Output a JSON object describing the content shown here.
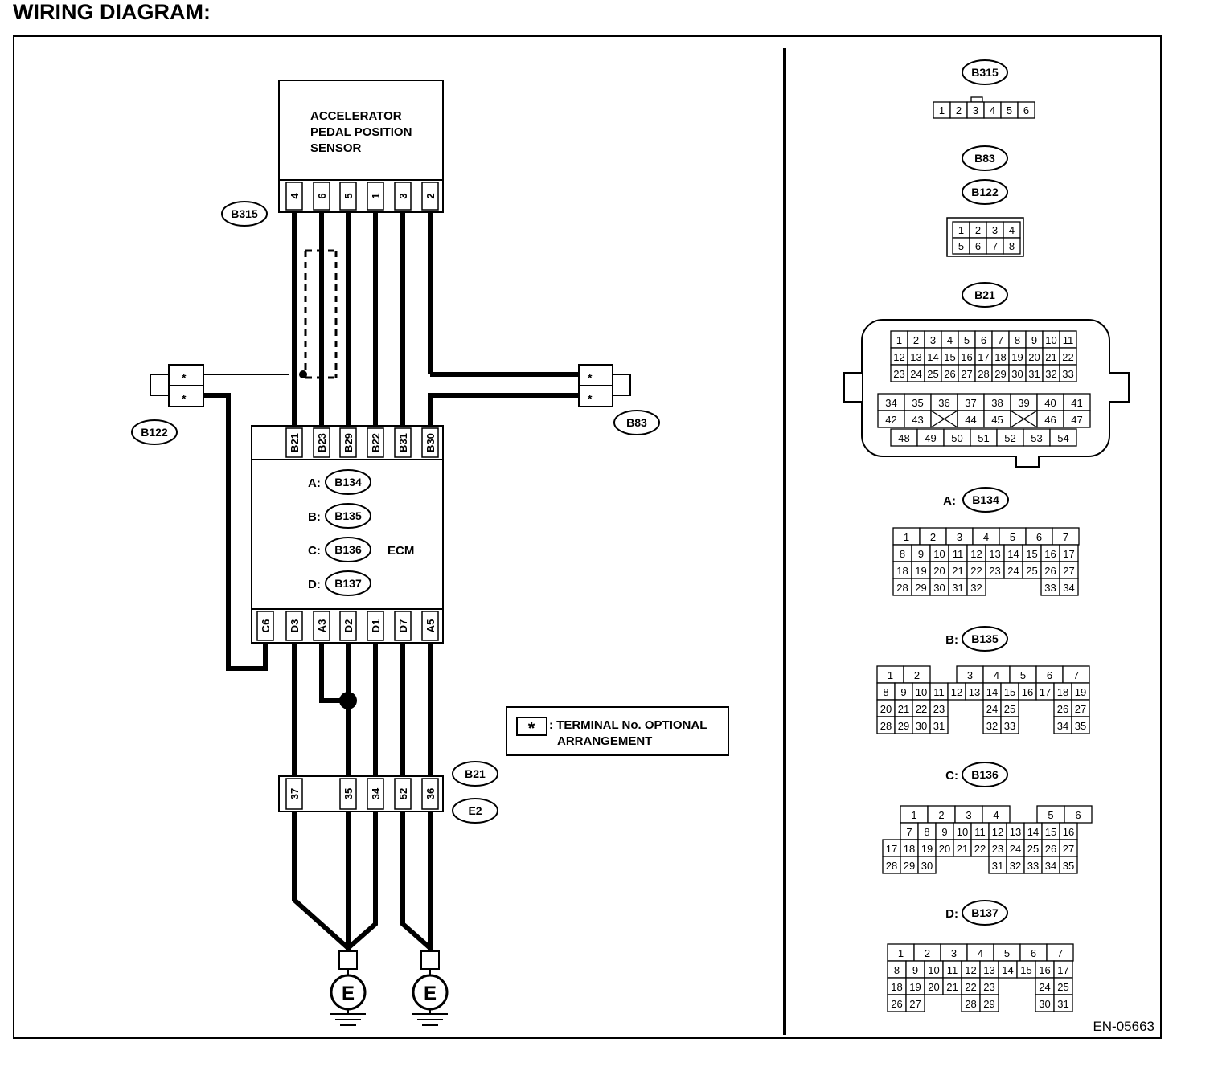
{
  "header": {
    "title": "WIRING DIAGRAM:"
  },
  "footer": {
    "code": "EN-05663"
  },
  "sensor": {
    "lines": [
      "ACCELERATOR",
      "PEDAL POSITION",
      "SENSOR"
    ]
  },
  "ecm": {
    "label": "ECM"
  },
  "legend": {
    "symbol": "*",
    "line1": ": TERMINAL No. OPTIONAL",
    "line2": "ARRANGEMENT"
  },
  "ground_symbol": "E",
  "wire_labels": {
    "sensor_pins": [
      "4",
      "6",
      "5",
      "1",
      "3",
      "2"
    ],
    "ecm_top_pins": [
      "B21",
      "B23",
      "B29",
      "B22",
      "B31",
      "B30"
    ],
    "ecm_bottom_pins": [
      "C6",
      "D3",
      "A3",
      "D2",
      "D1",
      "D7",
      "A5"
    ],
    "joint_pins": [
      "37",
      "35",
      "34",
      "52",
      "36"
    ]
  },
  "connector_tags": {
    "b315": "B315",
    "b122": "B122",
    "b83": "B83",
    "b21": "B21",
    "e2": "E2",
    "opt_star": "*"
  },
  "ecm_connectors": [
    {
      "prefix": "A:",
      "tag": "B134"
    },
    {
      "prefix": "B:",
      "tag": "B135"
    },
    {
      "prefix": "C:",
      "tag": "B136"
    },
    {
      "prefix": "D:",
      "tag": "B137"
    }
  ],
  "connector_views": {
    "b315": {
      "tag": "B315",
      "pins": [
        "1",
        "2",
        "3",
        "4",
        "5",
        "6"
      ]
    },
    "b83": {
      "tag": "B83"
    },
    "b122": {
      "tag": "B122",
      "rows": [
        [
          "1",
          "2",
          "3",
          "4"
        ],
        [
          "5",
          "6",
          "7",
          "8"
        ]
      ]
    },
    "b21": {
      "tag": "B21",
      "upper_rows": [
        [
          "1",
          "2",
          "3",
          "4",
          "5",
          "6",
          "7",
          "8",
          "9",
          "10",
          "11"
        ],
        [
          "12",
          "13",
          "14",
          "15",
          "16",
          "17",
          "18",
          "19",
          "20",
          "21",
          "22"
        ],
        [
          "23",
          "24",
          "25",
          "26",
          "27",
          "28",
          "29",
          "30",
          "31",
          "32",
          "33"
        ]
      ],
      "lower_rows": [
        [
          "34",
          "35",
          "36",
          "37",
          "38",
          "39",
          "40",
          "41"
        ],
        [
          "42",
          "43",
          "",
          "44",
          "45",
          "",
          "46",
          "47"
        ],
        [
          "48",
          "49",
          "50",
          "51",
          "52",
          "53",
          "54"
        ]
      ]
    },
    "b134": {
      "prefix": "A:",
      "tag": "B134",
      "rows": [
        [
          "1",
          "2",
          "3",
          "4",
          "5",
          "6",
          "7"
        ],
        [
          "8",
          "9",
          "10",
          "11",
          "12",
          "13",
          "14",
          "15",
          "16",
          "17"
        ],
        [
          "18",
          "19",
          "20",
          "21",
          "22",
          "23",
          "24",
          "25",
          "26",
          "27"
        ],
        [
          "28",
          "29",
          "30",
          "31",
          "32",
          "",
          "",
          "",
          "33",
          "34"
        ]
      ]
    },
    "b135": {
      "prefix": "B:",
      "tag": "B135",
      "rows": [
        [
          "1",
          "2",
          "",
          "3",
          "4",
          "5",
          "6",
          "7"
        ],
        [
          "8",
          "9",
          "10",
          "11",
          "12",
          "13",
          "14",
          "15",
          "16",
          "17",
          "18",
          "19"
        ],
        [
          "20",
          "21",
          "22",
          "23",
          "",
          "",
          "24",
          "25",
          "",
          "",
          "26",
          "27"
        ],
        [
          "28",
          "29",
          "30",
          "31",
          "",
          "",
          "32",
          "33",
          "",
          "",
          "34",
          "35"
        ]
      ]
    },
    "b136": {
      "prefix": "C:",
      "tag": "B136",
      "rows": [
        [
          "1",
          "2",
          "3",
          "4",
          "",
          "5",
          "6"
        ],
        [
          "7",
          "8",
          "9",
          "10",
          "11",
          "12",
          "13",
          "14",
          "15",
          "16"
        ],
        [
          "17",
          "18",
          "19",
          "20",
          "21",
          "22",
          "23",
          "24",
          "25",
          "26",
          "27"
        ],
        [
          "28",
          "29",
          "30",
          "",
          "",
          "",
          "31",
          "32",
          "33",
          "34",
          "35"
        ]
      ]
    },
    "b137": {
      "prefix": "D:",
      "tag": "B137",
      "rows": [
        [
          "1",
          "2",
          "3",
          "4",
          "5",
          "6",
          "7"
        ],
        [
          "8",
          "9",
          "10",
          "11",
          "12",
          "13",
          "14",
          "15",
          "16",
          "17"
        ],
        [
          "18",
          "19",
          "20",
          "21",
          "22",
          "23",
          "",
          "",
          "24",
          "25"
        ],
        [
          "26",
          "27",
          "",
          "",
          "28",
          "29",
          "",
          "",
          "30",
          "31"
        ]
      ]
    }
  }
}
